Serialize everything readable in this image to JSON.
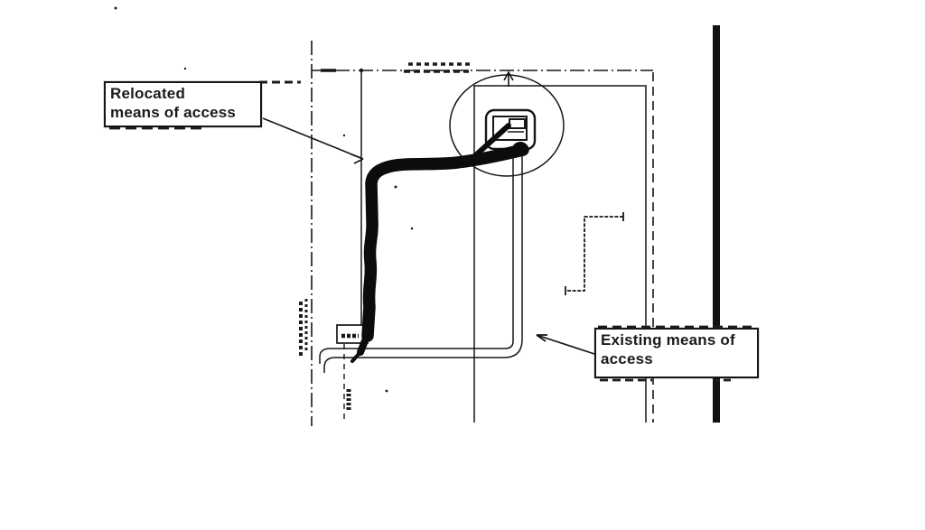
{
  "document": {
    "kind": "scanned site plan exhibit",
    "background_color": "#ffffff",
    "ink_color": "#161616"
  },
  "callouts": {
    "relocated": {
      "line1": "Relocated",
      "line2": "means of access"
    },
    "existing": {
      "line1": "Existing means of",
      "line2": "access"
    }
  },
  "diagram": {
    "elements": [
      {
        "name": "property-line-left",
        "style": "dash-dot vertical line"
      },
      {
        "name": "property-line-top",
        "style": "dash-dot horizontal line"
      },
      {
        "name": "boundary-line-right",
        "style": "dashed vertical line"
      },
      {
        "name": "building-outline",
        "style": "thin solid rectangle, open bottom"
      },
      {
        "name": "access-detail-circle",
        "style": "thin circle around entry gate detail"
      },
      {
        "name": "entry-gate-detail",
        "style": "nested rounded rectangles"
      },
      {
        "name": "existing-access-path",
        "style": "double thin line corridor with rounded corner"
      },
      {
        "name": "relocated-access-marker",
        "style": "thick freehand felt-tip stroke"
      },
      {
        "name": "street-edge-bar",
        "style": "thick solid vertical bar"
      },
      {
        "name": "step-feature",
        "style": "thin stepped polyline"
      },
      {
        "name": "utility-box",
        "style": "small rectangle with illegible label"
      },
      {
        "name": "dimension-arrow",
        "style": "small vertical arrow at top of building"
      },
      {
        "name": "illegible-annotations",
        "style": "smudged scanned text marks"
      }
    ]
  }
}
